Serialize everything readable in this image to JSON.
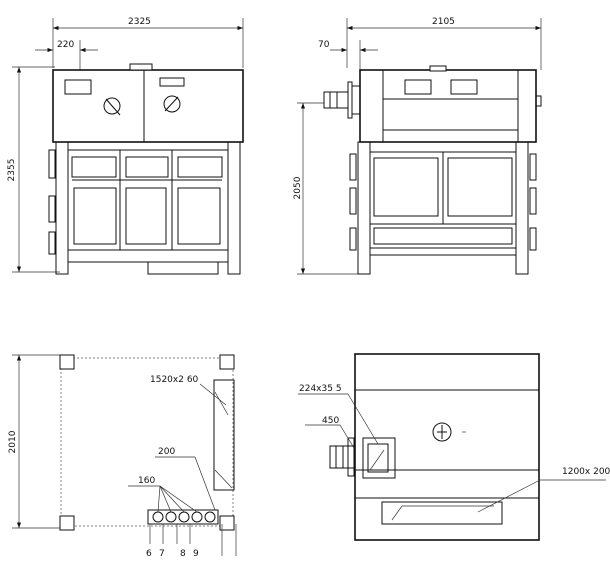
{
  "front_view": {
    "width_dim": "2325",
    "offset_dim": "220",
    "height_dim": "2355"
  },
  "side_view": {
    "width_dim": "2105",
    "offset_dim": "70",
    "height_dim": "2050"
  },
  "plan_view": {
    "depth_dim": "2010",
    "slot_label": "1520x2 60",
    "spacing_label": "200",
    "hole_label": "160",
    "hole_numbers": [
      "6",
      "7",
      "8",
      "9"
    ]
  },
  "top_view": {
    "port_label": "224x35 5",
    "pipe_label": "450",
    "opening_label": "1200x 200"
  }
}
